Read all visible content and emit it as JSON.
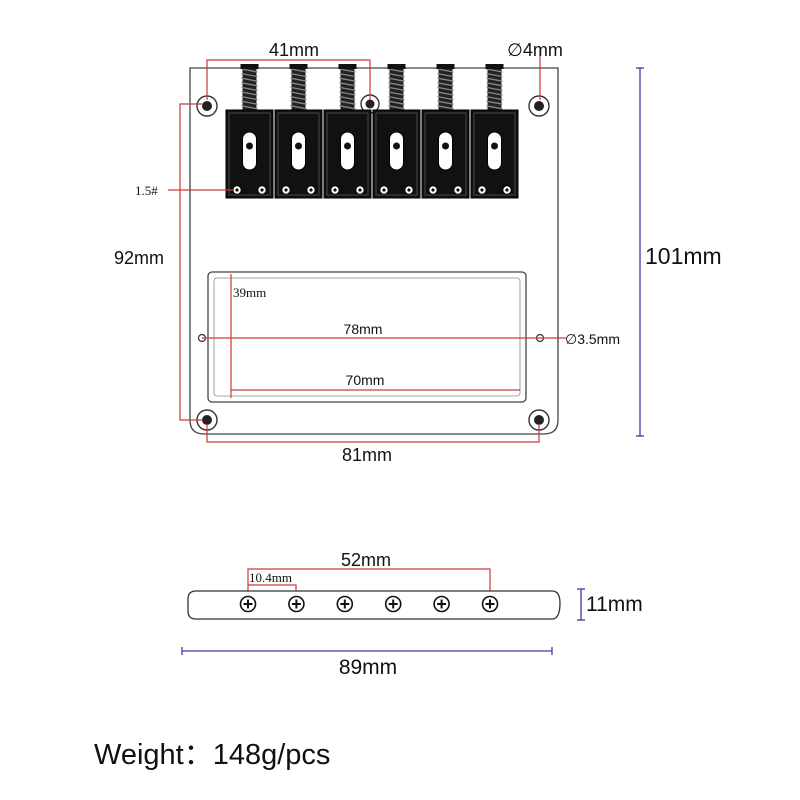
{
  "dimensions": {
    "screw_spacing": "41mm",
    "mount_hole_diameter": "∅4mm",
    "string_height": "1.5#",
    "mount_hole_vertical": "92mm",
    "plate_length": "101mm",
    "pickup_height": "39mm",
    "pickup_hole_spacing": "78mm",
    "pickup_hole_diameter": "∅3.5mm",
    "pickup_width": "70mm",
    "mount_hole_horizontal": "81mm",
    "saddle_span": "52mm",
    "saddle_pitch": "10.4mm",
    "plate_height": "11mm",
    "plate_width": "89mm"
  },
  "weight": "Weight：148g/pcs",
  "colors": {
    "dimension_red": "#cc3a3a",
    "dimension_blue": "#3a3aa8",
    "plate_outline": "#333333",
    "part_black": "#111111"
  },
  "saddle_count": 6
}
